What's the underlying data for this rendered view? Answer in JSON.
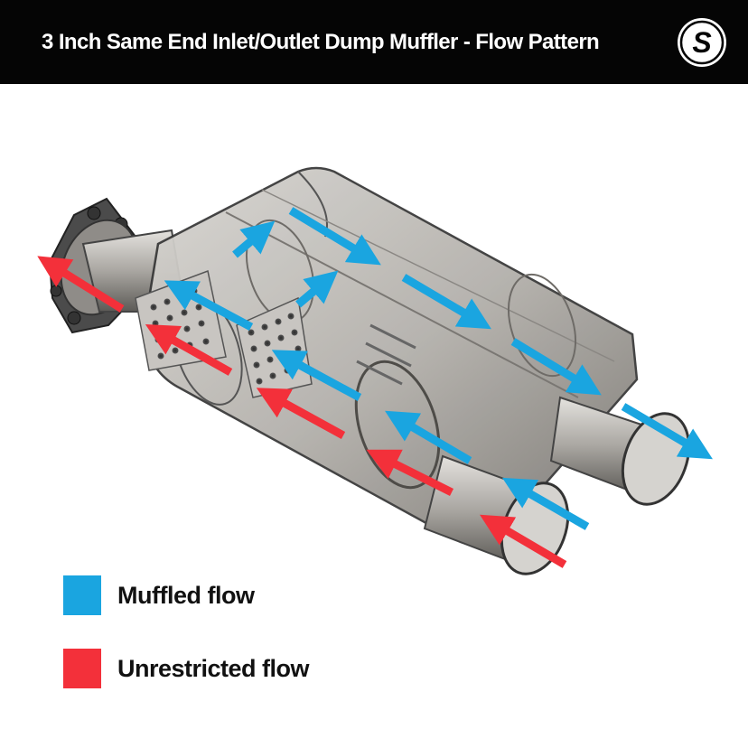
{
  "header": {
    "title": "3 Inch Same End Inlet/Outlet Dump Muffler - Flow Pattern",
    "logo_icon": "brand-s-logo-icon",
    "logo_text": "S"
  },
  "colors": {
    "header_bg": "#050505",
    "muffled": "#1aa5e0",
    "unrestricted": "#f3303a",
    "body_metal": "#b9b6b2"
  },
  "legend": {
    "muffled_label": "Muffled flow",
    "unrestricted_label": "Unrestricted flow"
  }
}
